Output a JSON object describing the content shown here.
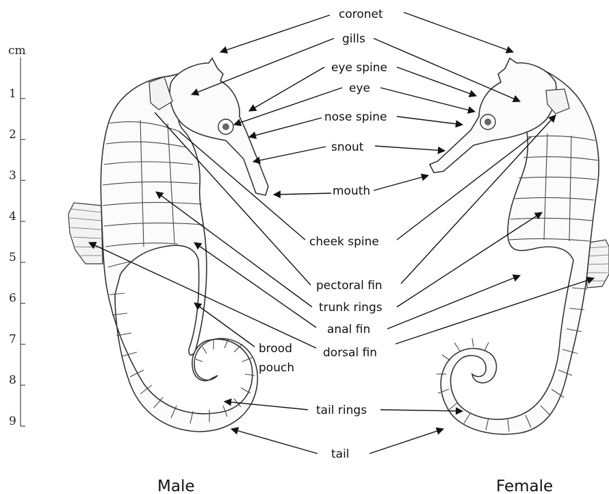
{
  "scale": {
    "unit": "cm",
    "ticks": [
      "1",
      "2",
      "3",
      "4",
      "5",
      "6",
      "7",
      "8",
      "9"
    ]
  },
  "labels": {
    "coronet": "coronet",
    "gills": "gills",
    "eye_spine": "eye spine",
    "eye": "eye",
    "nose_spine": "nose spine",
    "snout": "snout",
    "mouth": "mouth",
    "cheek_spine": "cheek spine",
    "pectoral_fin": "pectoral fin",
    "trunk_rings": "trunk rings",
    "anal_fin": "anal fin",
    "dorsal_fin": "dorsal fin",
    "brood_pouch_line1": "brood",
    "brood_pouch_line2": "pouch",
    "tail_rings": "tail rings",
    "tail": "tail"
  },
  "captions": {
    "male": "Male",
    "female": "Female"
  }
}
